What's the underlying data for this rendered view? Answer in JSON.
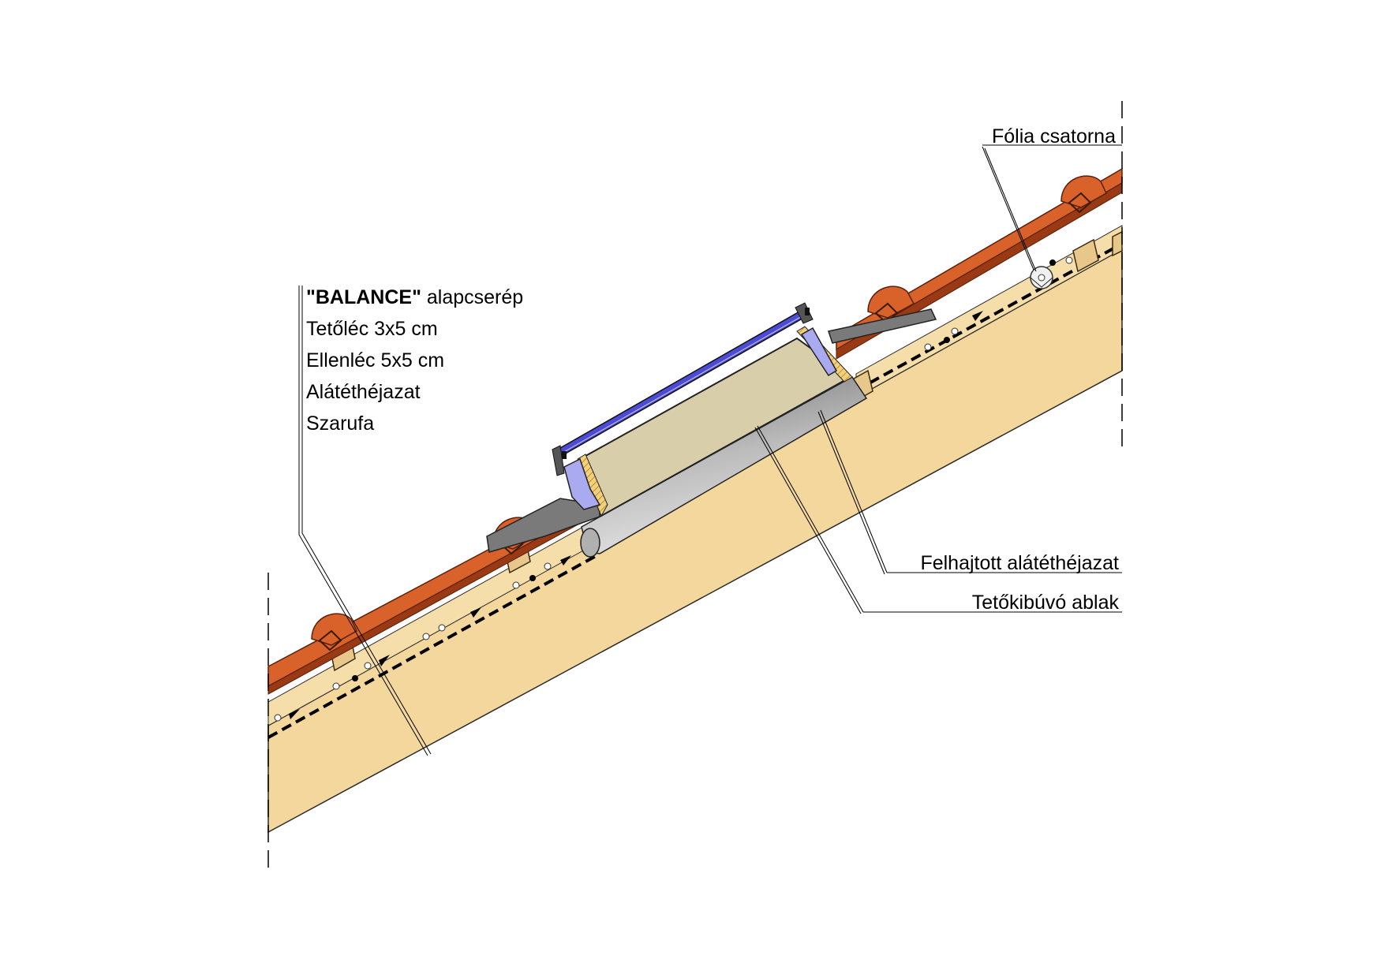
{
  "labels_left": {
    "line1_bold": "\"BALANCE\"",
    "line1_rest": " alapcserép",
    "line2": "Tetőléc 3x5 cm",
    "line3": "Ellenléc 5x5 cm",
    "line4": "Alátéthéjazat",
    "line5": "Szarufa"
  },
  "labels_right": {
    "foil_channel": "Fólia csatorna",
    "raised_underlay": "Felhajtott alátéthéjazat",
    "roof_window": "Tetőkibúvó ablak"
  },
  "colors": {
    "rafter": "#f3d79c",
    "tile": "#d9622b",
    "tile_dark": "#9a3a14",
    "batten": "#e8c78a",
    "window_box": "#d9ceaa",
    "window_frame": "#aaaaf0",
    "glass": "#4b4bd6",
    "membrane_dark": "#6f6f6f",
    "membrane_light": "#d9d9d9"
  }
}
